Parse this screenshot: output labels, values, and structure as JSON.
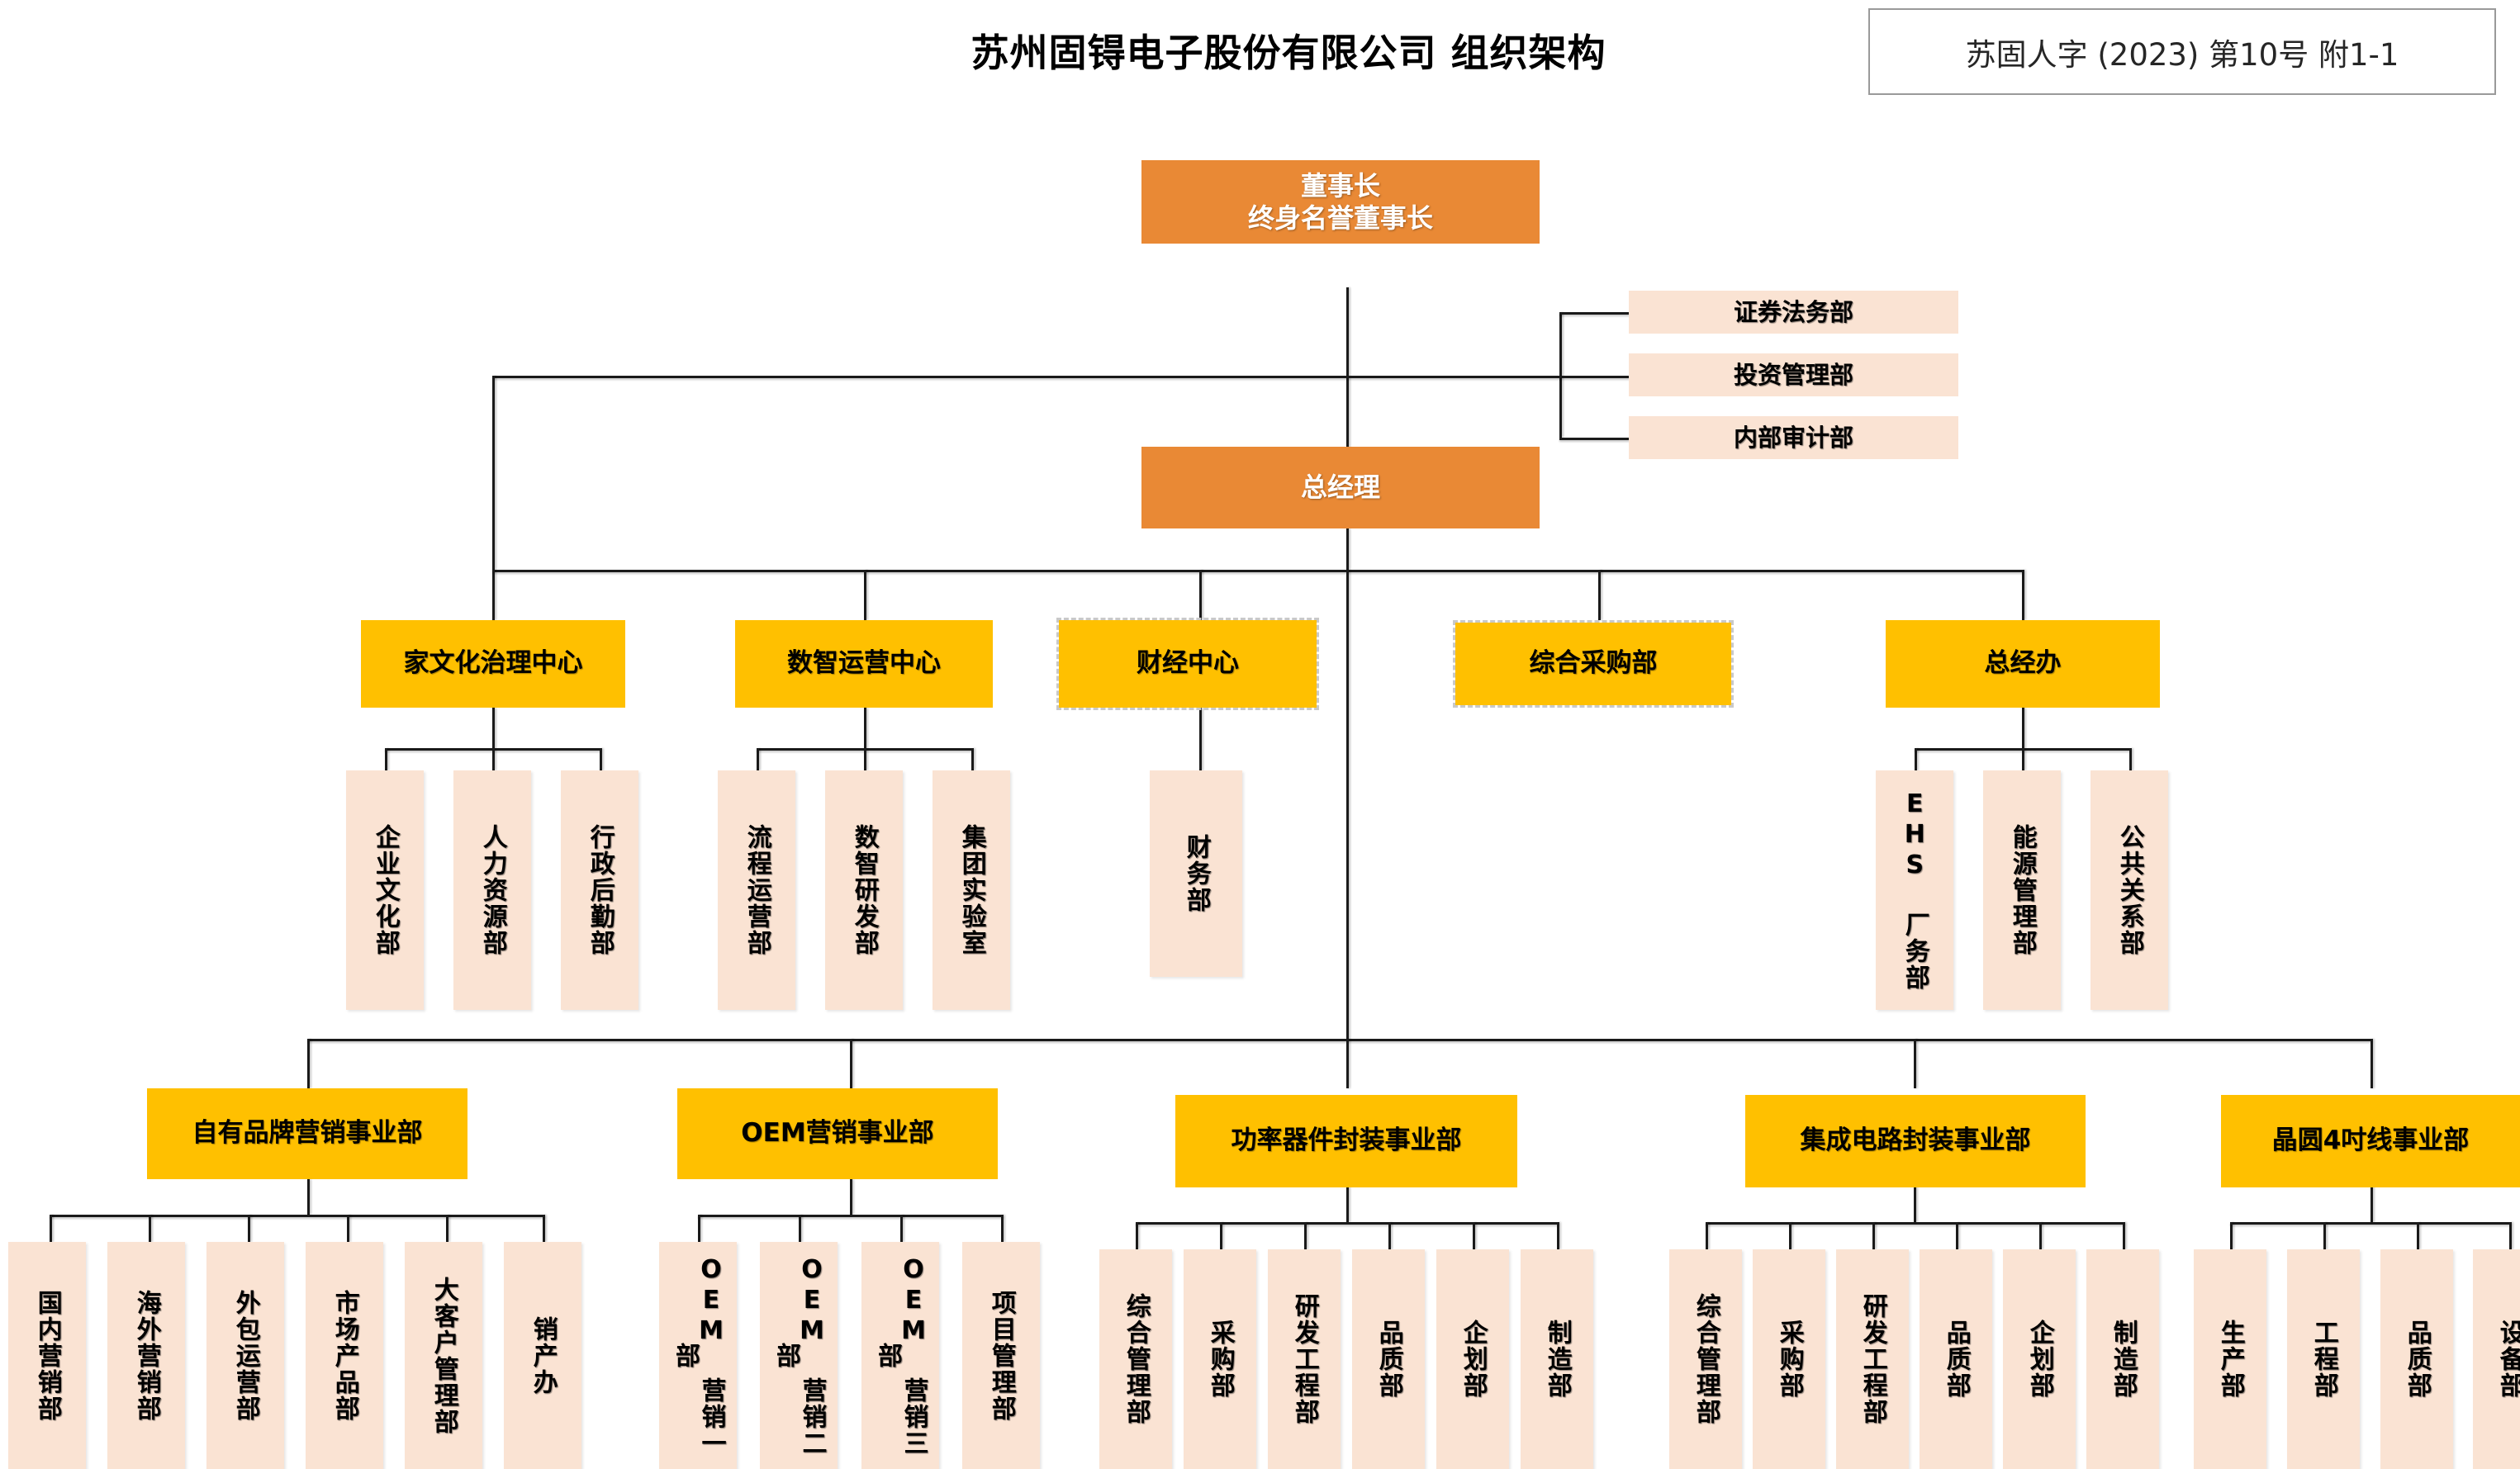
{
  "header": {
    "title": "苏州固锝电子股份有限公司 组织架构",
    "doc_reference": "苏固人字 (2023) 第10号 附1-1"
  },
  "colors": {
    "executive": "#E98935",
    "center": "#FFC000",
    "department": "#FAE3D3",
    "connector": "#1A1A1A",
    "selection_border": "#C9C9C9"
  },
  "org": {
    "chairman": "董事长\n终身名誉董事长",
    "chairman_line1": "董事长",
    "chairman_line2": "终身名誉董事长",
    "general_manager": "总经理",
    "staff_departments": [
      {
        "label": "证券法务部"
      },
      {
        "label": "投资管理部"
      },
      {
        "label": "内部审计部"
      }
    ],
    "centers": [
      {
        "label": "家文化治理中心",
        "selected": false,
        "children": [
          {
            "label": "企业文化部"
          },
          {
            "label": "人力资源部"
          },
          {
            "label": "行政后勤部"
          }
        ]
      },
      {
        "label": "数智运营中心",
        "selected": false,
        "children": [
          {
            "label": "流程运营部"
          },
          {
            "label": "数智研发部"
          },
          {
            "label": "集团实验室"
          }
        ]
      },
      {
        "label": "财经中心",
        "selected": true,
        "children": [
          {
            "label": "财务部"
          }
        ]
      },
      {
        "label": "综合采购部",
        "selected": true,
        "children": []
      },
      {
        "label": "总经办",
        "selected": false,
        "children": [
          {
            "label": "EHS 厂务部"
          },
          {
            "label": "能源管理部"
          },
          {
            "label": "公共关系部"
          }
        ]
      }
    ],
    "business_units": [
      {
        "label": "自有品牌营销事业部",
        "children": [
          {
            "label": "国内营销部"
          },
          {
            "label": "海外营销部"
          },
          {
            "label": "外包运营部"
          },
          {
            "label": "市场产品部"
          },
          {
            "label": "大客户管理部"
          },
          {
            "label": "销产办"
          }
        ]
      },
      {
        "label": "OEM营销事业部",
        "children": [
          {
            "label": "OEM 营销一部"
          },
          {
            "label": "OEM 营销二部"
          },
          {
            "label": "OEM 营销三部"
          },
          {
            "label": "项目管理部"
          }
        ]
      },
      {
        "label": "功率器件封装事业部",
        "children": [
          {
            "label": "综合管理部"
          },
          {
            "label": "采购部"
          },
          {
            "label": "研发工程部"
          },
          {
            "label": "品质部"
          },
          {
            "label": "企划部"
          },
          {
            "label": "制造部"
          }
        ]
      },
      {
        "label": "集成电路封装事业部",
        "children": [
          {
            "label": "综合管理部"
          },
          {
            "label": "采购部"
          },
          {
            "label": "研发工程部"
          },
          {
            "label": "品质部"
          },
          {
            "label": "企划部"
          },
          {
            "label": "制造部"
          }
        ]
      },
      {
        "label": "晶圆4吋线事业部",
        "children": [
          {
            "label": "生产部"
          },
          {
            "label": "工程部"
          },
          {
            "label": "品质部"
          },
          {
            "label": "设备部"
          }
        ]
      }
    ]
  }
}
